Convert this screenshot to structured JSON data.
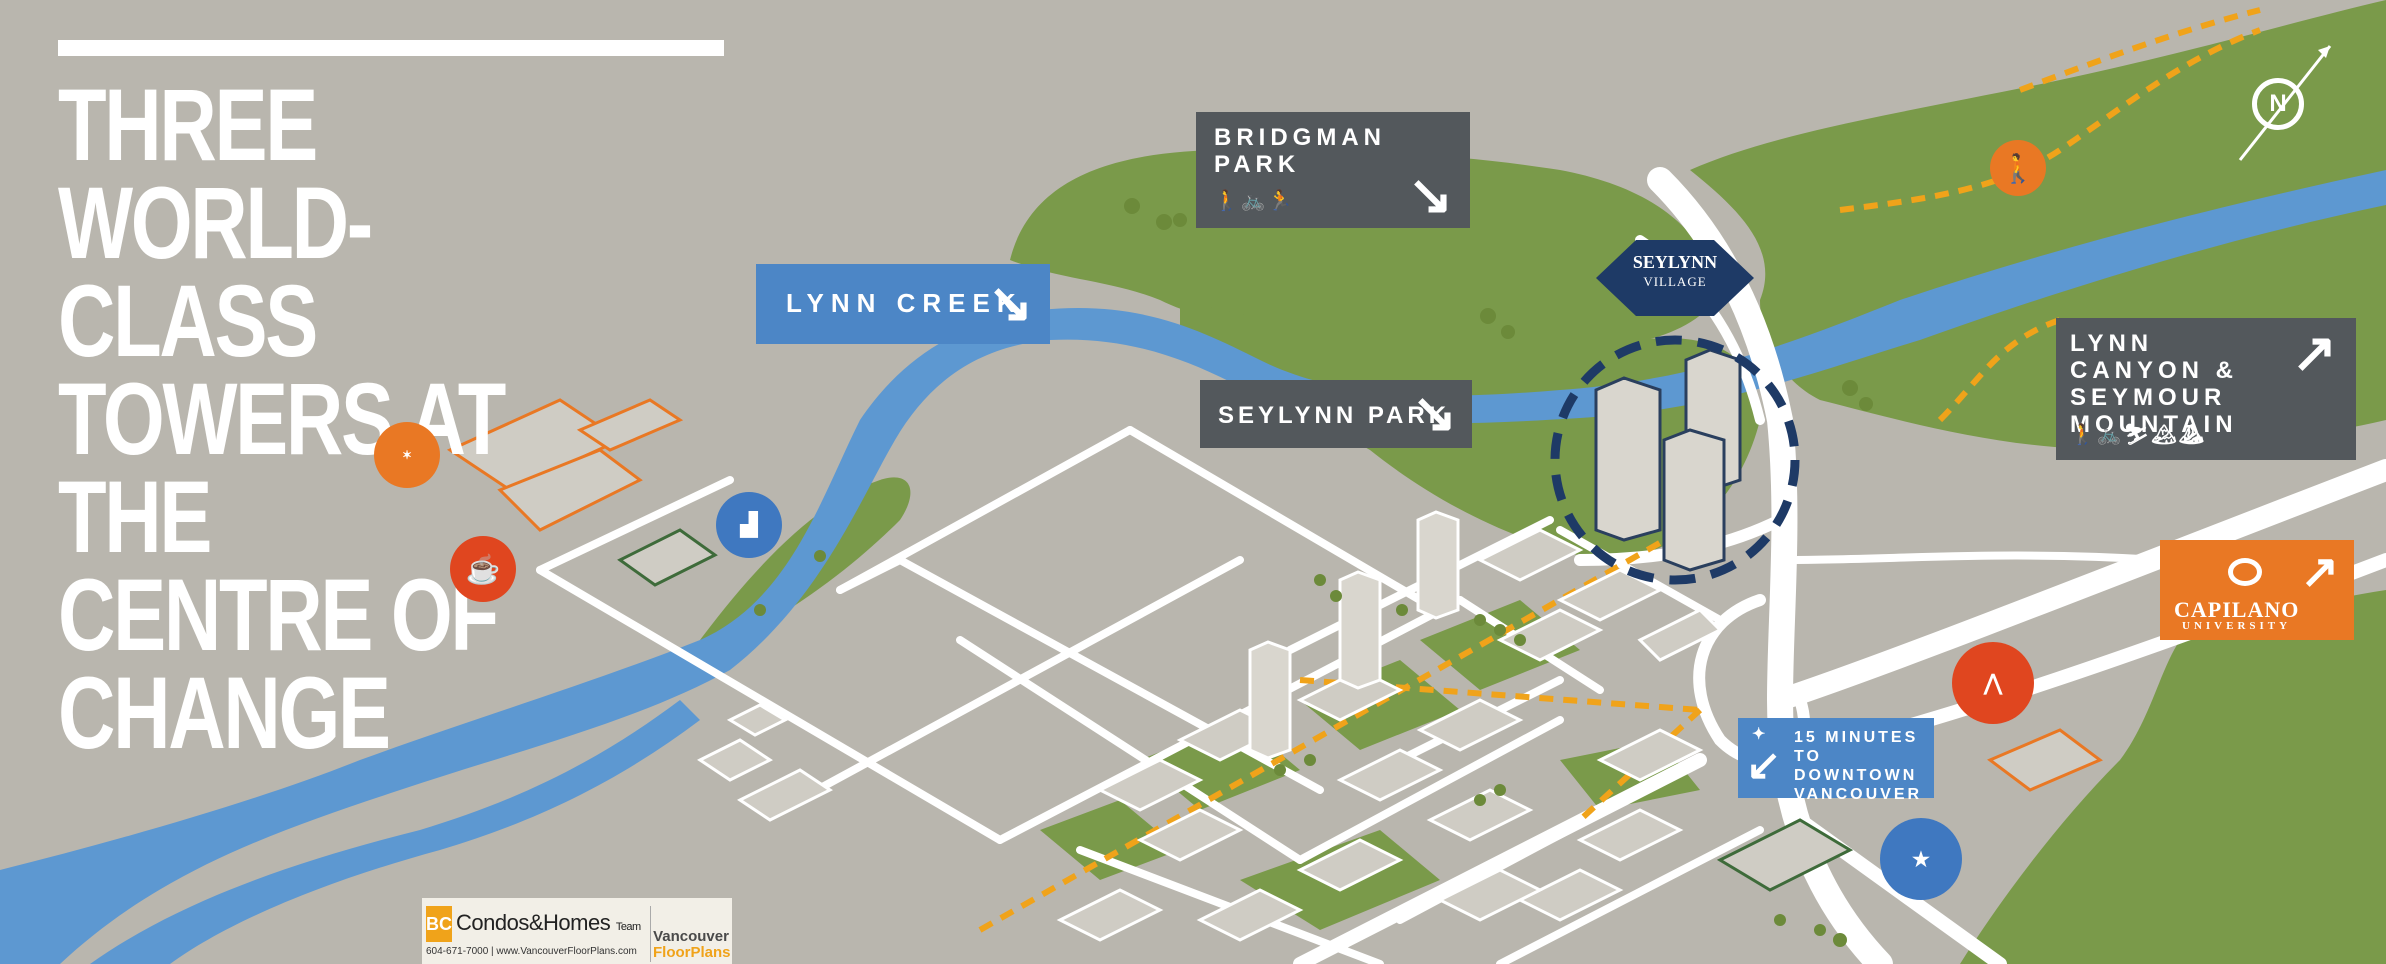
{
  "headline": {
    "lines": [
      "THREE WORLD-CLASS",
      "TOWERS AT THE",
      "CENTRE OF CHANGE"
    ]
  },
  "signs": {
    "bridgman_park": {
      "label": "BRIDGMAN PARK",
      "activities": "🚶🚲🏃",
      "arrow": "↘"
    },
    "lynn_creek": {
      "label": "LYNN CREEK",
      "arrow": "↘"
    },
    "seylynn_park": {
      "label": "SEYLYNN PARK",
      "arrow": "↘"
    },
    "lynn_canyon": {
      "label": "LYNN CANYON & SEYMOUR MOUNTAIN",
      "activities": "🚶🚲⛷🏔⛰",
      "arrow": "↗"
    },
    "downtown": {
      "label": "15 MINUTES TO DOWNTOWN VANCOUVER",
      "arrow": "↙",
      "leaf": "✦"
    },
    "capilano": {
      "label": "CAPILANO",
      "sublabel": "UNIVERSITY",
      "arrow": "↗"
    }
  },
  "badges": {
    "seylynn_village": {
      "line1": "SEYLYNN",
      "line2": "VILLAGE"
    }
  },
  "compass": {
    "label": "N"
  },
  "footer": {
    "brand_mark": "BC",
    "brand_name": "Condos&Homes",
    "brand_suffix": "Team",
    "contact": "604-671-7000 | www.VancouverFloorPlans.com",
    "partner_line1": "Vancouver",
    "partner_line2": "FloorPlans"
  },
  "colors": {
    "ground": "#b9b6ae",
    "park": "#7a9a4a",
    "river": "#5d98d1",
    "road": "#ffffff",
    "sign_dark": "#53585c",
    "sign_blue": "#4c86c6",
    "accent_orange": "#e97824",
    "navy": "#1e3a66"
  }
}
